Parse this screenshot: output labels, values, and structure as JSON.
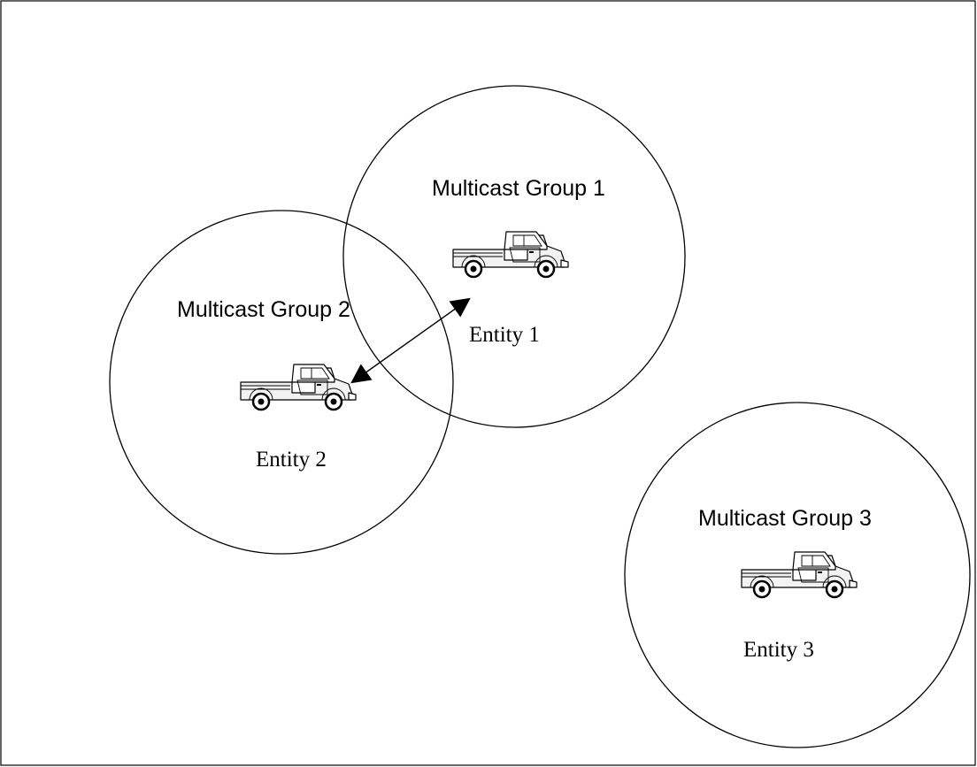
{
  "groups": [
    {
      "id": "group-1",
      "label": "Multicast Group 1",
      "entity_label": "Entity 1"
    },
    {
      "id": "group-2",
      "label": "Multicast Group 2",
      "entity_label": "Entity 2"
    },
    {
      "id": "group-3",
      "label": "Multicast Group 3",
      "entity_label": "Entity 3"
    }
  ],
  "connection": {
    "from": "Entity 2",
    "to": "Entity 1",
    "style": "double-headed arrow"
  },
  "icons": {
    "entity": "pickup-truck-icon"
  },
  "colors": {
    "stroke": "#000000",
    "background": "#ffffff",
    "vehicle_body": "#f2f2f2"
  }
}
